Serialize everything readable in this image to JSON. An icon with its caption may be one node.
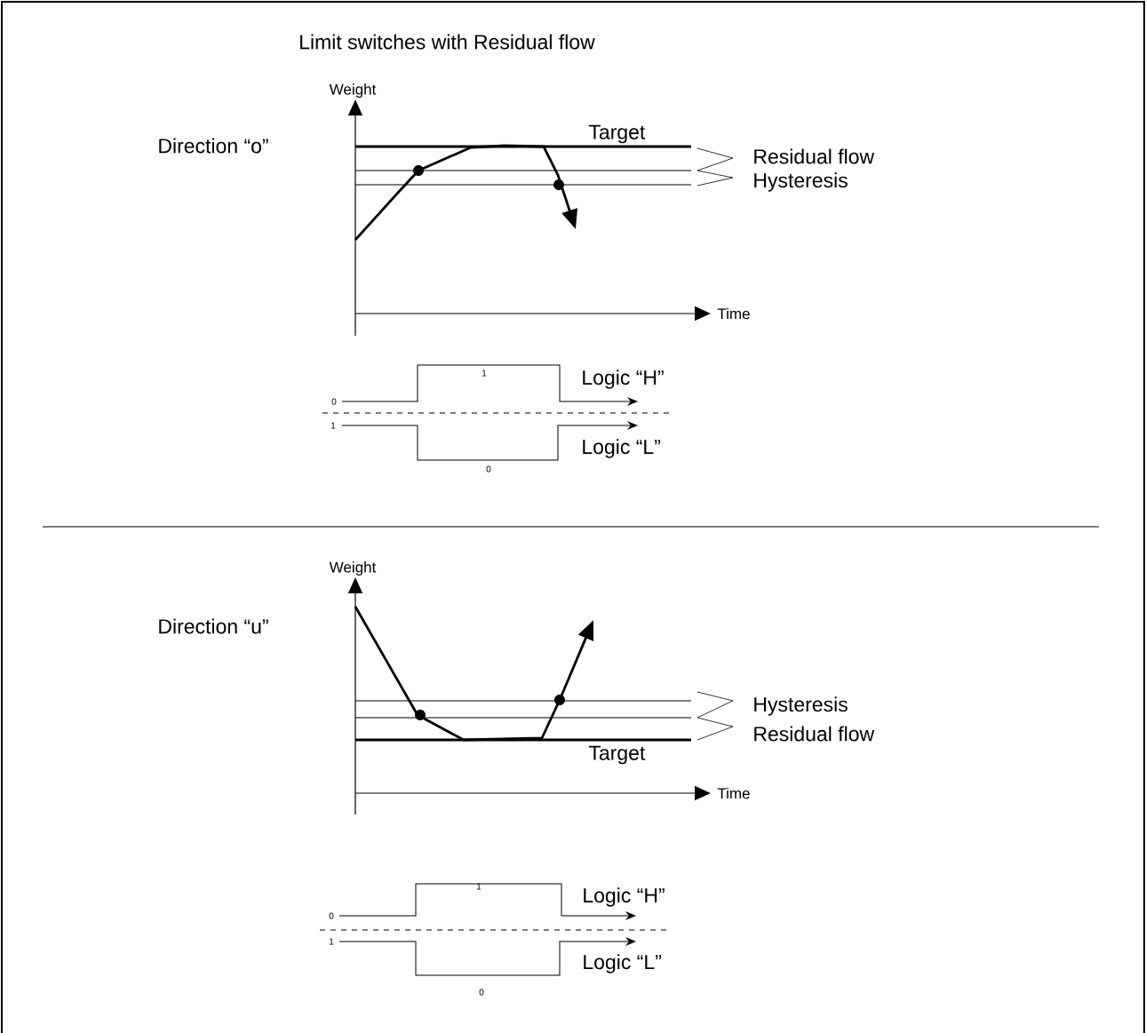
{
  "diagram": {
    "title": "Limit switches with Residual flow",
    "labels": [
      "Weight",
      "Direction “o”",
      "Target",
      "Residual flow",
      "Hysteresis",
      "Time",
      "1",
      "0",
      "Logic “H”",
      "1",
      "Logic “L”",
      "0",
      "Weight",
      "Direction “u”",
      "Hysteresis",
      "Residual flow",
      "Target",
      "Time",
      "1",
      "0",
      "Logic “H”",
      "1",
      "Logic “L”",
      "0"
    ]
  }
}
